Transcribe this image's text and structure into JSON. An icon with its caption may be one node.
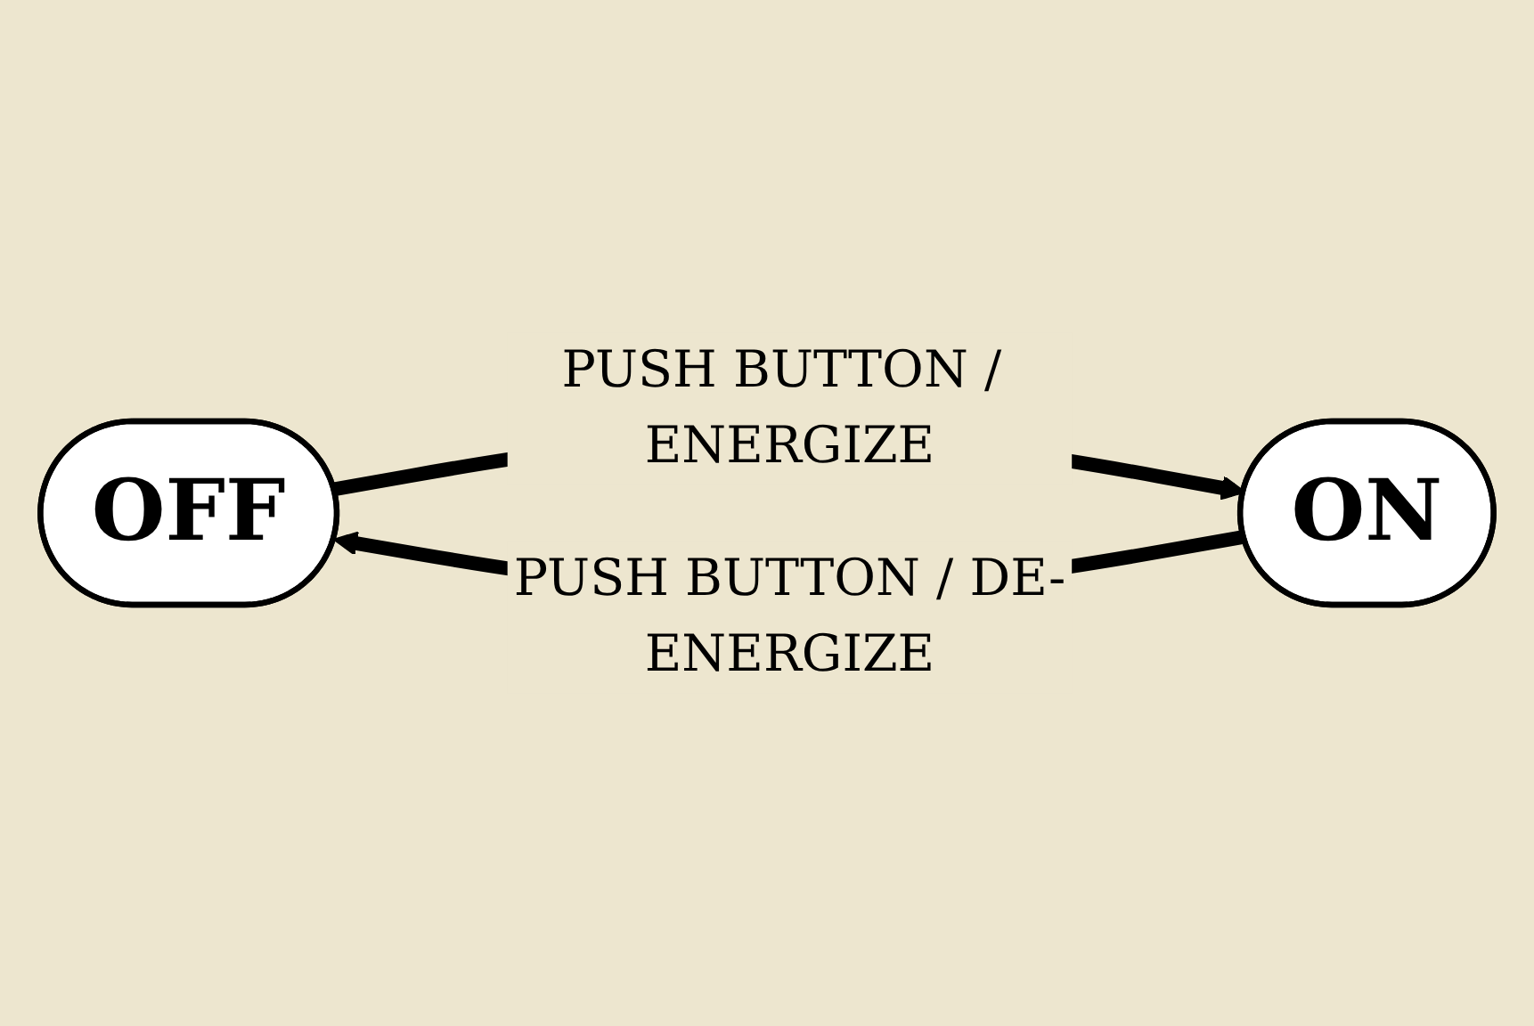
{
  "diagram": {
    "nodes": [
      {
        "text": [
          "OFF"
        ]
      },
      {
        "text": [
          "ON"
        ]
      }
    ],
    "edges": [
      {
        "from": 0,
        "to": 1,
        "arrow": "to",
        "label": "PUSH BUTTON / ENERGIZE"
      },
      {
        "from": 1,
        "to": 0,
        "arrow": "to",
        "label": "PUSH BUTTON / DE-ENERGIZE"
      }
    ]
  }
}
